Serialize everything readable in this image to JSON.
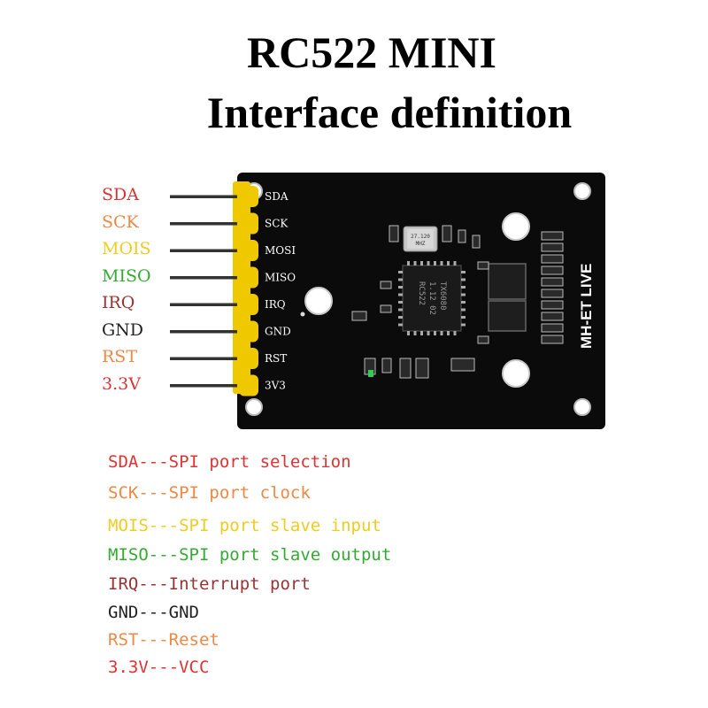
{
  "title": {
    "line1": "RC522 MINI",
    "line2": "Interface definition"
  },
  "colors": {
    "red": "#dd3333",
    "orange": "#ee8844",
    "yellow": "#eecc22",
    "green": "#33aa33",
    "darkred": "#993333",
    "black": "#222222",
    "board": "#0b0b0b",
    "header": "#f0c800",
    "pin": "#333333"
  },
  "pins": [
    {
      "label": "SDA",
      "silk": "SDA",
      "color": "#dd3333"
    },
    {
      "label": "SCK",
      "silk": "SCK",
      "color": "#ee8844"
    },
    {
      "label": "MOIS",
      "silk": "MOSI",
      "color": "#eecc22"
    },
    {
      "label": "MISO",
      "silk": "MISO",
      "color": "#33aa33"
    },
    {
      "label": "IRQ",
      "silk": "IRQ",
      "color": "#993333"
    },
    {
      "label": "GND",
      "silk": "GND",
      "color": "#222222"
    },
    {
      "label": "RST",
      "silk": "RST",
      "color": "#ee8844"
    },
    {
      "label": "3.3V",
      "silk": "3V3",
      "color": "#dd3333"
    }
  ],
  "board": {
    "brand": "MH-ET LIVE",
    "chip_lines": [
      "RC522",
      "1.12 02",
      "TX6080"
    ],
    "crystal_lines": [
      "27.120",
      "MHZ"
    ]
  },
  "descriptions": [
    {
      "text": "SDA---SPI port selection",
      "color": "#dd3333"
    },
    {
      "text": "SCK---SPI port clock",
      "color": "#ee8844"
    },
    {
      "text": "MOIS---SPI port slave input",
      "color": "#eecc22"
    },
    {
      "text": "MISO---SPI port slave output",
      "color": "#33aa33"
    },
    {
      "text": "IRQ---Interrupt port",
      "color": "#993333"
    },
    {
      "text": "GND---GND",
      "color": "#222222"
    },
    {
      "text": "RST---Reset",
      "color": "#ee8844"
    },
    {
      "text": "3.3V---VCC",
      "color": "#dd3333"
    }
  ]
}
